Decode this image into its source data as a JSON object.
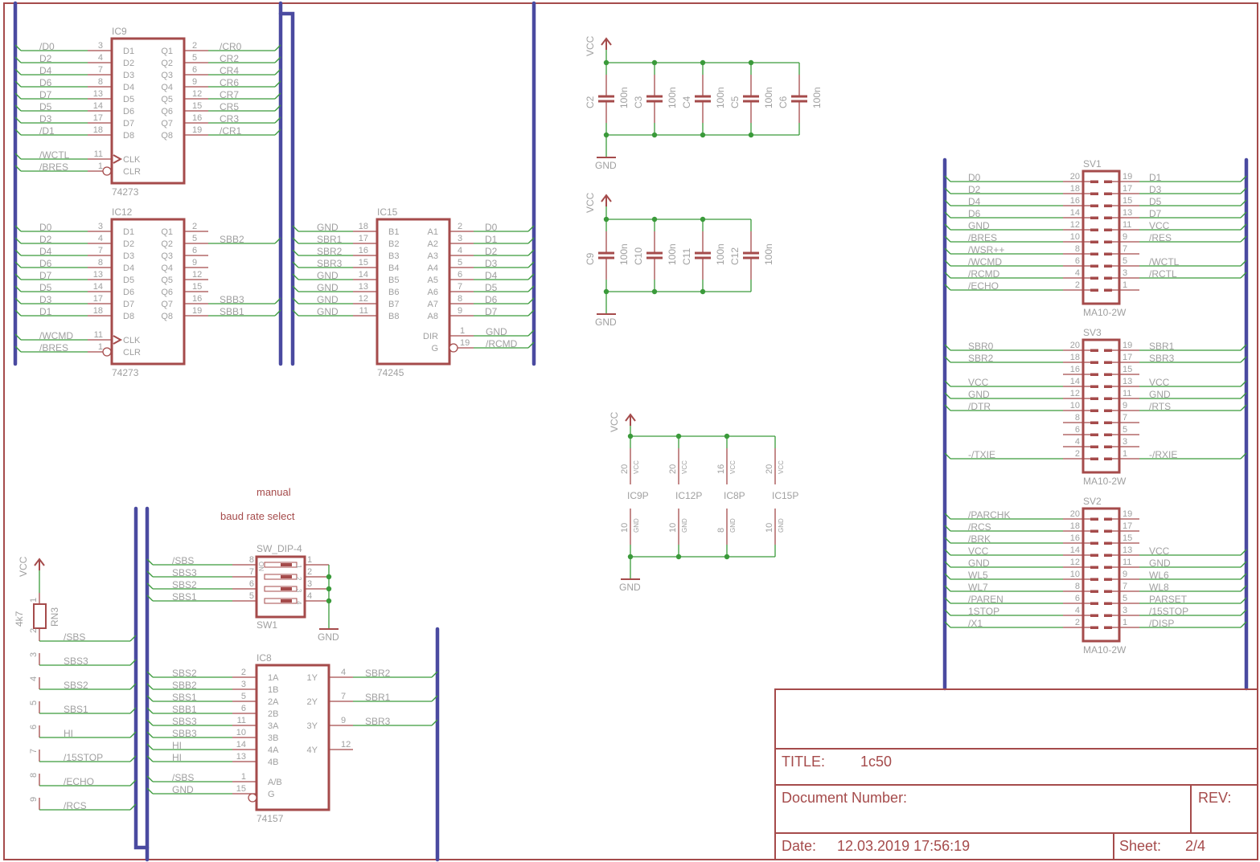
{
  "ic9": {
    "name": "IC9",
    "value": "74273",
    "left": [
      {
        "net": "/D0",
        "pin": "3",
        "label": "D1"
      },
      {
        "net": "D2",
        "pin": "4",
        "label": "D2"
      },
      {
        "net": "D4",
        "pin": "7",
        "label": "D3"
      },
      {
        "net": "D6",
        "pin": "8",
        "label": "D4"
      },
      {
        "net": "D7",
        "pin": "13",
        "label": "D5"
      },
      {
        "net": "D5",
        "pin": "14",
        "label": "D6"
      },
      {
        "net": "D3",
        "pin": "17",
        "label": "D7"
      },
      {
        "net": "/D1",
        "pin": "18",
        "label": "D8"
      }
    ],
    "right": [
      {
        "net": "/CR0",
        "pin": "2",
        "label": "Q1"
      },
      {
        "net": "CR2",
        "pin": "5",
        "label": "Q2"
      },
      {
        "net": "CR4",
        "pin": "6",
        "label": "Q3"
      },
      {
        "net": "CR6",
        "pin": "9",
        "label": "Q4"
      },
      {
        "net": "CR7",
        "pin": "12",
        "label": "Q5"
      },
      {
        "net": "CR5",
        "pin": "15",
        "label": "Q6"
      },
      {
        "net": "CR3",
        "pin": "16",
        "label": "Q7"
      },
      {
        "net": "/CR1",
        "pin": "19",
        "label": "Q8"
      }
    ],
    "ctrl": [
      {
        "net": "/WCTL",
        "pin": "11",
        "label": "CLK"
      },
      {
        "net": "/BRES",
        "pin": "1",
        "label": "CLR"
      }
    ]
  },
  "ic12": {
    "name": "IC12",
    "value": "74273",
    "left": [
      {
        "net": "D0",
        "pin": "3",
        "label": "D1"
      },
      {
        "net": "D2",
        "pin": "4",
        "label": "D2"
      },
      {
        "net": "D4",
        "pin": "7",
        "label": "D3"
      },
      {
        "net": "D6",
        "pin": "8",
        "label": "D4"
      },
      {
        "net": "D7",
        "pin": "13",
        "label": "D5"
      },
      {
        "net": "D5",
        "pin": "14",
        "label": "D6"
      },
      {
        "net": "D3",
        "pin": "17",
        "label": "D7"
      },
      {
        "net": "D1",
        "pin": "18",
        "label": "D8"
      }
    ],
    "right": [
      {
        "net": "",
        "pin": "2",
        "label": "Q1"
      },
      {
        "net": "SBB2",
        "pin": "5",
        "label": "Q2"
      },
      {
        "net": "",
        "pin": "6",
        "label": "Q3"
      },
      {
        "net": "",
        "pin": "9",
        "label": "Q4"
      },
      {
        "net": "",
        "pin": "12",
        "label": "Q5"
      },
      {
        "net": "",
        "pin": "15",
        "label": "Q6"
      },
      {
        "net": "SBB3",
        "pin": "16",
        "label": "Q7"
      },
      {
        "net": "SBB1",
        "pin": "19",
        "label": "Q8"
      }
    ],
    "ctrl": [
      {
        "net": "/WCMD",
        "pin": "11",
        "label": "CLK"
      },
      {
        "net": "/BRES",
        "pin": "1",
        "label": "CLR"
      }
    ]
  },
  "ic15": {
    "name": "IC15",
    "value": "74245",
    "left": [
      {
        "net": "GND",
        "pin": "18",
        "label": "B1"
      },
      {
        "net": "SBR1",
        "pin": "17",
        "label": "B2"
      },
      {
        "net": "SBR2",
        "pin": "16",
        "label": "B3"
      },
      {
        "net": "SBR3",
        "pin": "15",
        "label": "B4"
      },
      {
        "net": "GND",
        "pin": "14",
        "label": "B5"
      },
      {
        "net": "GND",
        "pin": "13",
        "label": "B6"
      },
      {
        "net": "GND",
        "pin": "12",
        "label": "B7"
      },
      {
        "net": "GND",
        "pin": "11",
        "label": "B8"
      }
    ],
    "right": [
      {
        "net": "D0",
        "pin": "2",
        "label": "A1"
      },
      {
        "net": "D1",
        "pin": "3",
        "label": "A2"
      },
      {
        "net": "D2",
        "pin": "4",
        "label": "A3"
      },
      {
        "net": "D3",
        "pin": "5",
        "label": "A4"
      },
      {
        "net": "D4",
        "pin": "6",
        "label": "A5"
      },
      {
        "net": "D5",
        "pin": "7",
        "label": "A6"
      },
      {
        "net": "D6",
        "pin": "8",
        "label": "A7"
      },
      {
        "net": "D7",
        "pin": "9",
        "label": "A8"
      }
    ],
    "ctrl": [
      {
        "net": "GND",
        "pin": "1",
        "label": "DIR"
      },
      {
        "net": "/RCMD",
        "pin": "19",
        "label": "G"
      }
    ]
  },
  "ic8": {
    "name": "IC8",
    "value": "74157",
    "left": [
      {
        "net": "SBS2",
        "pin": "2",
        "label": "1A"
      },
      {
        "net": "SBB2",
        "pin": "3",
        "label": "1B"
      },
      {
        "net": "SBS1",
        "pin": "5",
        "label": "2A"
      },
      {
        "net": "SBB1",
        "pin": "6",
        "label": "2B"
      },
      {
        "net": "SBS3",
        "pin": "11",
        "label": "3A"
      },
      {
        "net": "SBB3",
        "pin": "10",
        "label": "3B"
      },
      {
        "net": "HI",
        "pin": "14",
        "label": "4A"
      },
      {
        "net": "HI",
        "pin": "13",
        "label": "4B"
      }
    ],
    "right": [
      {
        "net": "SBR2",
        "pin": "4",
        "label": "1Y"
      },
      {
        "net": "SBR1",
        "pin": "7",
        "label": "2Y"
      },
      {
        "net": "SBR3",
        "pin": "9",
        "label": "3Y"
      },
      {
        "net": "",
        "pin": "12",
        "label": "4Y"
      }
    ],
    "ctrl": [
      {
        "net": "/SBS",
        "pin": "1",
        "label": "A/B"
      },
      {
        "net": "GND",
        "pin": "15",
        "label": "G"
      }
    ]
  },
  "caps1": {
    "supply": "VCC",
    "ground": "GND",
    "parts": [
      {
        "name": "C2",
        "value": "100n"
      },
      {
        "name": "C3",
        "value": "100n"
      },
      {
        "name": "C4",
        "value": "100n"
      },
      {
        "name": "C5",
        "value": "100n"
      },
      {
        "name": "C6",
        "value": "100n"
      }
    ]
  },
  "caps2": {
    "supply": "VCC",
    "ground": "GND",
    "parts": [
      {
        "name": "C9",
        "value": "100n"
      },
      {
        "name": "C10",
        "value": "100n"
      },
      {
        "name": "C11",
        "value": "100n"
      },
      {
        "name": "C12",
        "value": "100n"
      }
    ]
  },
  "power": {
    "supply": "VCC",
    "ground": "GND",
    "parts": [
      {
        "name": "IC9P",
        "vcc_pin": "20",
        "gnd_pin": "10",
        "vcc_label": "VCC",
        "gnd_label": "GND"
      },
      {
        "name": "IC12P",
        "vcc_pin": "20",
        "gnd_pin": "10",
        "vcc_label": "VCC",
        "gnd_label": "GND"
      },
      {
        "name": "IC8P",
        "vcc_pin": "16",
        "gnd_pin": "8",
        "vcc_label": "VCC",
        "gnd_label": "GND"
      },
      {
        "name": "IC15P",
        "vcc_pin": "20",
        "gnd_pin": "10",
        "vcc_label": "VCC",
        "gnd_label": "GND"
      }
    ]
  },
  "connectors": [
    {
      "name": "SV1",
      "value": "MA10-2W",
      "rows": [
        {
          "lpin": "20",
          "lnet": "D0",
          "rpin": "19",
          "rnet": "D1"
        },
        {
          "lpin": "18",
          "lnet": "D2",
          "rpin": "17",
          "rnet": "D3"
        },
        {
          "lpin": "16",
          "lnet": "D4",
          "rpin": "15",
          "rnet": "D5"
        },
        {
          "lpin": "14",
          "lnet": "D6",
          "rpin": "13",
          "rnet": "D7"
        },
        {
          "lpin": "12",
          "lnet": "GND",
          "rpin": "11",
          "rnet": "VCC"
        },
        {
          "lpin": "10",
          "lnet": "/BRES",
          "rpin": "9",
          "rnet": "/RES"
        },
        {
          "lpin": "8",
          "lnet": "/WSR++",
          "rpin": "7",
          "rnet": ""
        },
        {
          "lpin": "6",
          "lnet": "/WCMD",
          "rpin": "5",
          "rnet": "/WCTL"
        },
        {
          "lpin": "4",
          "lnet": "/RCMD",
          "rpin": "3",
          "rnet": "/RCTL"
        },
        {
          "lpin": "2",
          "lnet": "/ECHO",
          "rpin": "1",
          "rnet": ""
        }
      ]
    },
    {
      "name": "SV3",
      "value": "MA10-2W",
      "rows": [
        {
          "lpin": "20",
          "lnet": "SBR0",
          "rpin": "19",
          "rnet": "SBR1"
        },
        {
          "lpin": "18",
          "lnet": "SBR2",
          "rpin": "17",
          "rnet": "SBR3"
        },
        {
          "lpin": "16",
          "lnet": "",
          "rpin": "15",
          "rnet": ""
        },
        {
          "lpin": "14",
          "lnet": "VCC",
          "rpin": "13",
          "rnet": "VCC"
        },
        {
          "lpin": "12",
          "lnet": "GND",
          "rpin": "11",
          "rnet": "GND"
        },
        {
          "lpin": "10",
          "lnet": "/DTR",
          "rpin": "9",
          "rnet": "/RTS"
        },
        {
          "lpin": "8",
          "lnet": "",
          "rpin": "7",
          "rnet": ""
        },
        {
          "lpin": "6",
          "lnet": "",
          "rpin": "5",
          "rnet": ""
        },
        {
          "lpin": "4",
          "lnet": "",
          "rpin": "3",
          "rnet": ""
        },
        {
          "lpin": "2",
          "lnet": "-/TXIE",
          "rpin": "1",
          "rnet": "-/RXIE"
        }
      ]
    },
    {
      "name": "SV2",
      "value": "MA10-2W",
      "rows": [
        {
          "lpin": "20",
          "lnet": "/PARCHK",
          "rpin": "19",
          "rnet": ""
        },
        {
          "lpin": "18",
          "lnet": "/RCS",
          "rpin": "17",
          "rnet": ""
        },
        {
          "lpin": "16",
          "lnet": "/BRK",
          "rpin": "15",
          "rnet": ""
        },
        {
          "lpin": "14",
          "lnet": "VCC",
          "rpin": "13",
          "rnet": "VCC"
        },
        {
          "lpin": "12",
          "lnet": "GND",
          "rpin": "11",
          "rnet": "GND"
        },
        {
          "lpin": "10",
          "lnet": "WL5",
          "rpin": "9",
          "rnet": "WL6"
        },
        {
          "lpin": "8",
          "lnet": "WL7",
          "rpin": "7",
          "rnet": "WL8"
        },
        {
          "lpin": "6",
          "lnet": "/PAREN",
          "rpin": "5",
          "rnet": "PARSET"
        },
        {
          "lpin": "4",
          "lnet": "1STOP",
          "rpin": "3",
          "rnet": "/15STOP"
        },
        {
          "lpin": "2",
          "lnet": "/X1",
          "rpin": "1",
          "rnet": "/DISP"
        }
      ]
    }
  ],
  "rn3": {
    "name": "RN3",
    "value": "4k7",
    "supply": "VCC",
    "pins": [
      {
        "pin": "2",
        "net": "/SBS"
      },
      {
        "pin": "3",
        "net": "SBS3"
      },
      {
        "pin": "4",
        "net": "SBS2"
      },
      {
        "pin": "5",
        "net": "SBS1"
      },
      {
        "pin": "6",
        "net": "HI"
      },
      {
        "pin": "7",
        "net": "/15STOP"
      },
      {
        "pin": "8",
        "net": "/ECHO"
      },
      {
        "pin": "9",
        "net": "/RCS"
      }
    ],
    "pin1": "1"
  },
  "sw1": {
    "name": "SW1",
    "value": "SW_DIP-4",
    "on_label": "ON",
    "ground": "GND",
    "rows": [
      {
        "lpin": "8",
        "net": "/SBS",
        "rpin": "1",
        "num": "1"
      },
      {
        "lpin": "7",
        "net": "SBS3",
        "rpin": "2",
        "num": "2"
      },
      {
        "lpin": "6",
        "net": "SBS2",
        "rpin": "3",
        "num": "3"
      },
      {
        "lpin": "5",
        "net": "SBS1",
        "rpin": "4",
        "num": "4"
      }
    ]
  },
  "notes": {
    "line1": "manual",
    "line2": "baud rate select"
  },
  "titleblock": {
    "title_label": "TITLE:",
    "title_value": "1c50",
    "docnum_label": "Document Number:",
    "rev_label": "REV:",
    "date_label": "Date:",
    "date_value": "12.03.2019 17:56:19",
    "sheet_label": "Sheet:",
    "sheet_value": "2/4"
  }
}
